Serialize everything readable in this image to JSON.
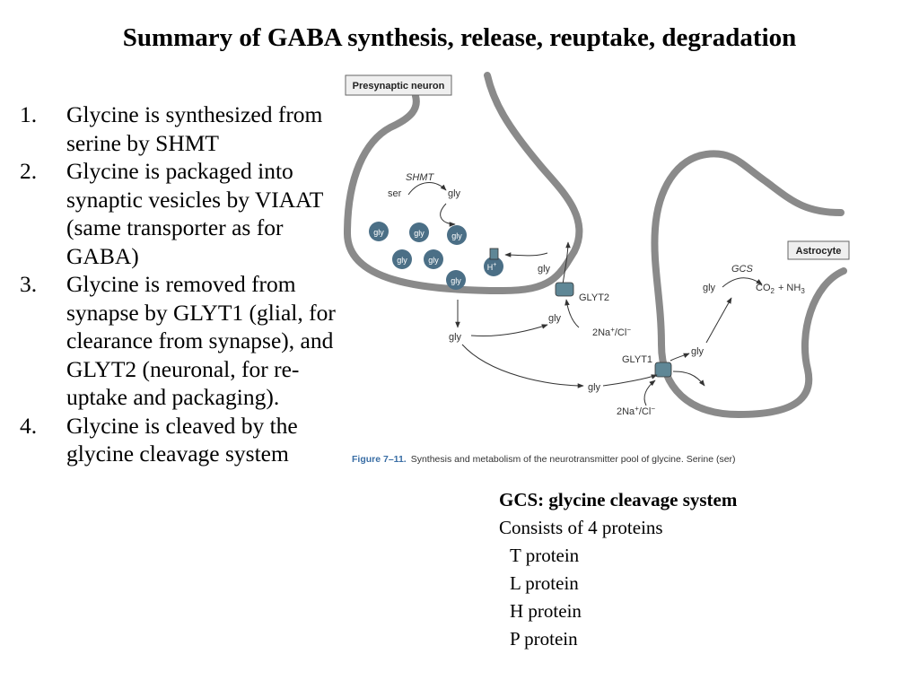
{
  "title": "Summary of GABA synthesis, release, reuptake, degradation",
  "steps": [
    {
      "num": "1.",
      "text": "Glycine is synthesized from serine by SHMT"
    },
    {
      "num": "2.",
      "text": "Glycine is packaged into synaptic vesicles by VIAAT (same transporter as for GABA)"
    },
    {
      "num": "3.",
      "text": "Glycine is removed from synapse by GLYT1 (glial, for clearance from synapse), and GLYT2 (neuronal, for re-uptake and packaging)."
    },
    {
      "num": "4.",
      "text": "Glycine is cleaved by the glycine cleavage system"
    }
  ],
  "figure": {
    "presynaptic_label": "Presynaptic neuron",
    "astrocyte_label": "Astrocyte",
    "shmt": "SHMT",
    "ser": "ser",
    "gly": "gly",
    "h_plus": "H",
    "h_plus_sup": "+",
    "glyt2": "GLYT2",
    "glyt1": "GLYT1",
    "na_cl": "2Na",
    "na_cl_sup": "+",
    "na_cl_tail": "/Cl",
    "na_cl_tail_sup": "−",
    "gcs_enzyme": "GCS",
    "co2": "CO",
    "co2_sub": "2",
    "nh3_plus": "+ NH",
    "nh3_sub": "3",
    "caption_prefix": "Figure 7–11.",
    "caption_text": "Synthesis and metabolism of the neurotransmitter pool of glycine. Serine (ser)"
  },
  "gcs_box": {
    "heading": "GCS: glycine cleavage system",
    "subheading": "Consists of 4 proteins",
    "proteins": [
      "T protein",
      "L protein",
      "H protein",
      "P protein"
    ]
  },
  "colors": {
    "membrane": "#8a8a8a",
    "membrane_fill": "#d6d6d6",
    "vesicle": "#4b6f86",
    "transporter": "#5f8796",
    "caption_blue": "#3a6ea5"
  }
}
